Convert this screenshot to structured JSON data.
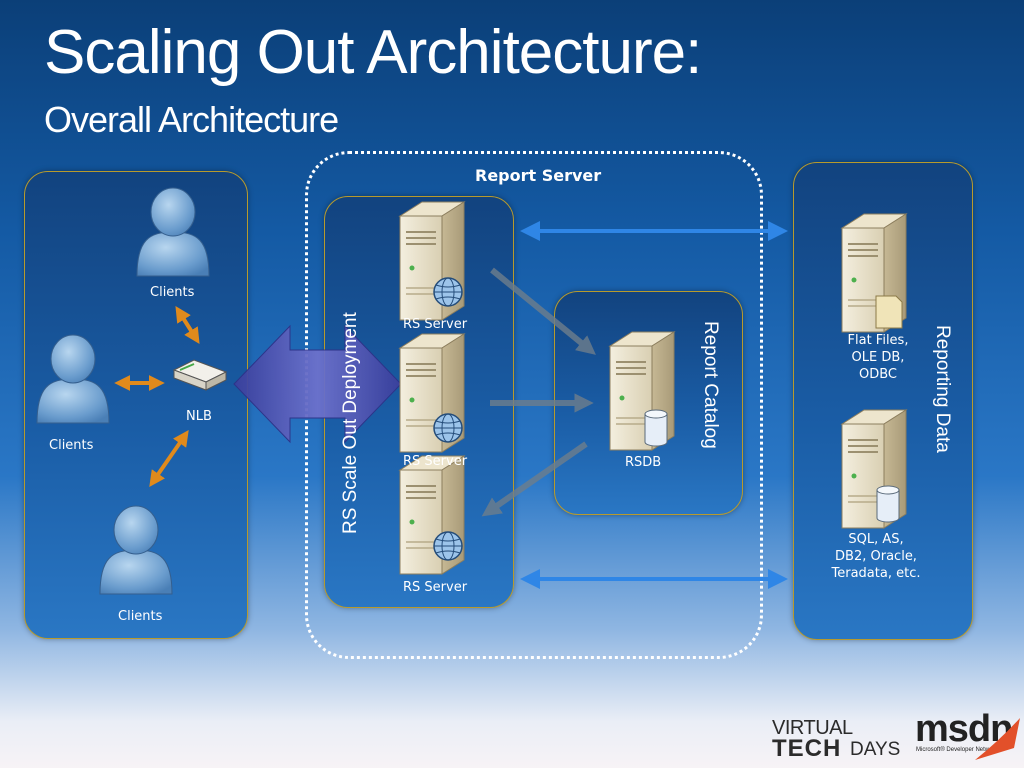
{
  "title": "Scaling Out Architecture:",
  "subtitle": "Overall Architecture",
  "report_server": {
    "label": "Report Server"
  },
  "scale_out": {
    "label": "RS Scale Out Deployment",
    "servers": [
      "RS Server",
      "RS Server",
      "RS Server"
    ]
  },
  "catalog": {
    "label": "Report  Catalog",
    "db": "RSDB"
  },
  "reporting_data": {
    "label": "Reporting Data",
    "sources": [
      "Flat Files,\nOLE DB,\nODBC",
      "SQL, AS,\nDB2, Oracle,\nTeradata, etc."
    ]
  },
  "clients": {
    "labels": [
      "Clients",
      "Clients",
      "Clients"
    ],
    "nlb": "NLB"
  },
  "logos": {
    "virtual": "VIRTUAL",
    "tech": "TECH",
    "days": "DAYS",
    "msdn": "msdn",
    "msdn_sub": "Microsoft® Developer Network"
  },
  "colors": {
    "panel_border": "#b79a2c",
    "blue_arrow": "#2f86e6",
    "orange_arrow": "#e08a1c",
    "big_arrow": "#4a4fb0"
  }
}
